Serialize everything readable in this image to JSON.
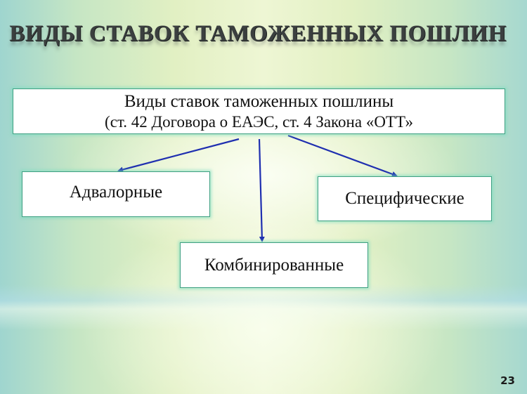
{
  "slide": {
    "title": "ВИДЫ СТАВОК ТАМОЖЕННЫХ ПОШЛИН",
    "page_number": "23"
  },
  "diagram": {
    "root": {
      "line1": "Виды ставок таможенных пошлины",
      "line2": "(ст. 42 Договора о ЕАЭС, ст. 4 Закона «ОТТ»"
    },
    "children": [
      {
        "label": "Адвалорные"
      },
      {
        "label": "Специфические"
      },
      {
        "label": "Комбинированные"
      }
    ],
    "arrow_color": "#1f2fb0",
    "box_border_color": "#3f9f82"
  }
}
